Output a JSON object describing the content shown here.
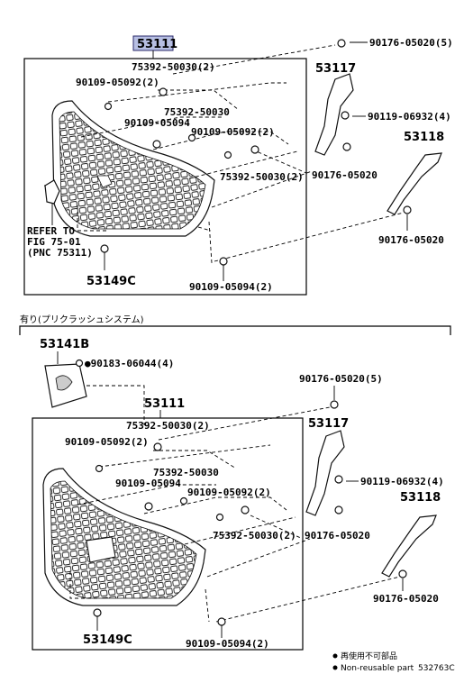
{
  "top": {
    "part_53111": "53111",
    "l_75392_a": "75392-50030(2)",
    "l_90176_a": "90176-05020(5)",
    "l_90109_a": "90109-05092(2)",
    "l_75392_b": "75392-50030",
    "l_90109_b": "90109-05094",
    "l_90109_c": "90109-05092(2)",
    "l_75392_c": "75392-50030(2)",
    "part_53117": "53117",
    "l_90119": "90119-06932(4)",
    "part_53118": "53118",
    "l_90176_b": "90176-05020",
    "l_90176_c": "90176-05020",
    "refer_1": "REFER TO",
    "refer_2": "FIG 75-01",
    "refer_3": "(PNC 75311)",
    "part_53149c": "53149C",
    "l_90109_d": "90109-05094(2)"
  },
  "bottom": {
    "section_title": "有り(プリクラッシュシステム)",
    "part_53141b": "53141B",
    "l_90183": "90183-06044(4)",
    "l_90176_a": "90176-05020(5)",
    "part_53111": "53111",
    "l_75392_a": "75392-50030(2)",
    "l_90109_a": "90109-05092(2)",
    "part_53117": "53117",
    "l_75392_b": "75392-50030",
    "l_90109_b": "90109-05094",
    "l_90109_c": "90109-05092(2)",
    "l_90119": "90119-06932(4)",
    "part_53118": "53118",
    "l_75392_c": "75392-50030(2)",
    "l_90176_b": "90176-05020",
    "l_90176_c": "90176-05020",
    "part_53149c": "53149C",
    "l_90109_d": "90109-05094(2)"
  },
  "legend": {
    "jp": "再使用不可部品",
    "en": "Non-reusable part",
    "code": "532763C"
  },
  "colors": {
    "highlight": "#b7bfe3"
  }
}
